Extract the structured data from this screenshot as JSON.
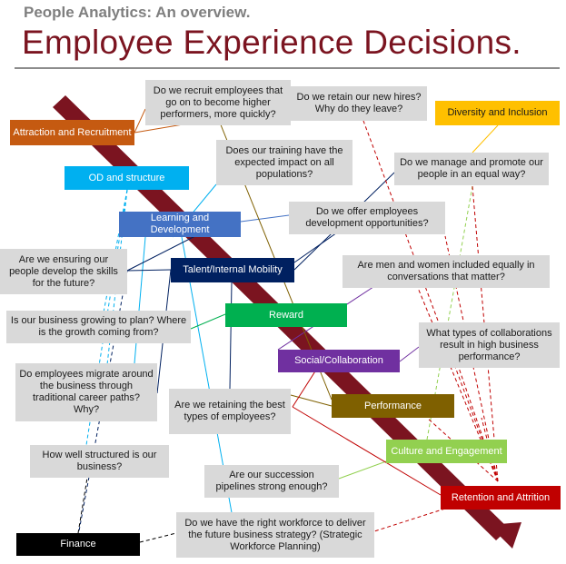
{
  "header": {
    "subtitle": "People Analytics: An overview.",
    "title": "Employee Experience Decisions."
  },
  "categories": [
    {
      "label": "Attraction and Recruitment",
      "color": "#c55a11"
    },
    {
      "label": "OD and structure",
      "color": "#00b0f0"
    },
    {
      "label": "Learning and Development",
      "color": "#4472c4"
    },
    {
      "label": "Talent/Internal Mobility",
      "color": "#002060"
    },
    {
      "label": "Reward",
      "color": "#00b050"
    },
    {
      "label": "Social/Collaboration",
      "color": "#7030a0"
    },
    {
      "label": "Performance",
      "color": "#7f6000"
    },
    {
      "label": "Culture and Engagement",
      "color": "#92d050"
    },
    {
      "label": "Retention and Attrition",
      "color": "#c00000"
    },
    {
      "label": "Finance",
      "color": "#000000"
    },
    {
      "label": "Diversity and Inclusion",
      "color": "#ffc000"
    }
  ],
  "questions": [
    "Do we recruit employees that go on to become higher performers, more quickly?",
    "Do we retain our new hires? Why do they leave?",
    "Does our training have the expected impact on all populations?",
    "Do we manage and promote our people in an equal way?",
    "Do we offer employees development opportunities?",
    "Are we ensuring our people develop the skills for the future?",
    "Are men and women included equally in conversations that matter?",
    "Is our business growing to plan? Where is the growth coming from?",
    "What types of collaborations result in high business performance?",
    "Do employees migrate around the business through traditional career paths? Why?",
    "Are we retaining the best types of employees?",
    "How well structured is our business?",
    "Are our succession pipelines strong enough?",
    "Do we have the right workforce to deliver the future business strategy? (Strategic Workforce Planning)"
  ]
}
